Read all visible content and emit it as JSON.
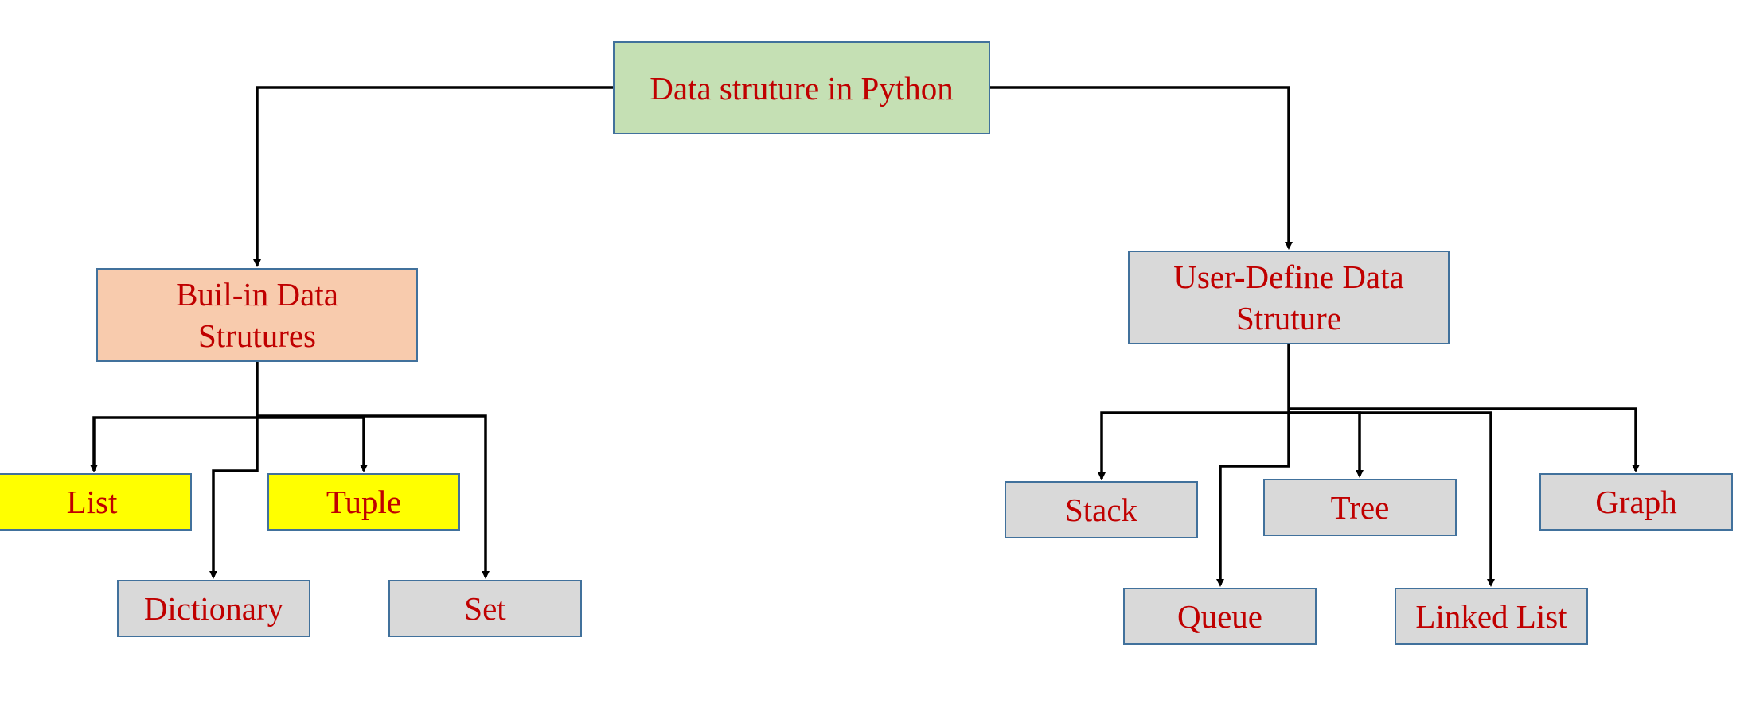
{
  "colors": {
    "text": "#c00000",
    "border": "#41719c",
    "root_fill": "#c5e0b4",
    "builtin_fill": "#f8cbad",
    "highlight_fill": "#ffff00",
    "default_fill": "#d9d9d9",
    "connector": "#000000"
  },
  "diagram": {
    "root": {
      "label": "Data struture in Python"
    },
    "builtin": {
      "label": "Buil-in Data\nStrutures",
      "children": {
        "list": "List",
        "tuple": "Tuple",
        "dictionary": "Dictionary",
        "set": "Set"
      }
    },
    "user_defined": {
      "label": "User-Define Data\nStruture",
      "children": {
        "stack": "Stack",
        "tree": "Tree",
        "graph": "Graph",
        "queue": "Queue",
        "linked_list": "Linked List"
      }
    }
  }
}
